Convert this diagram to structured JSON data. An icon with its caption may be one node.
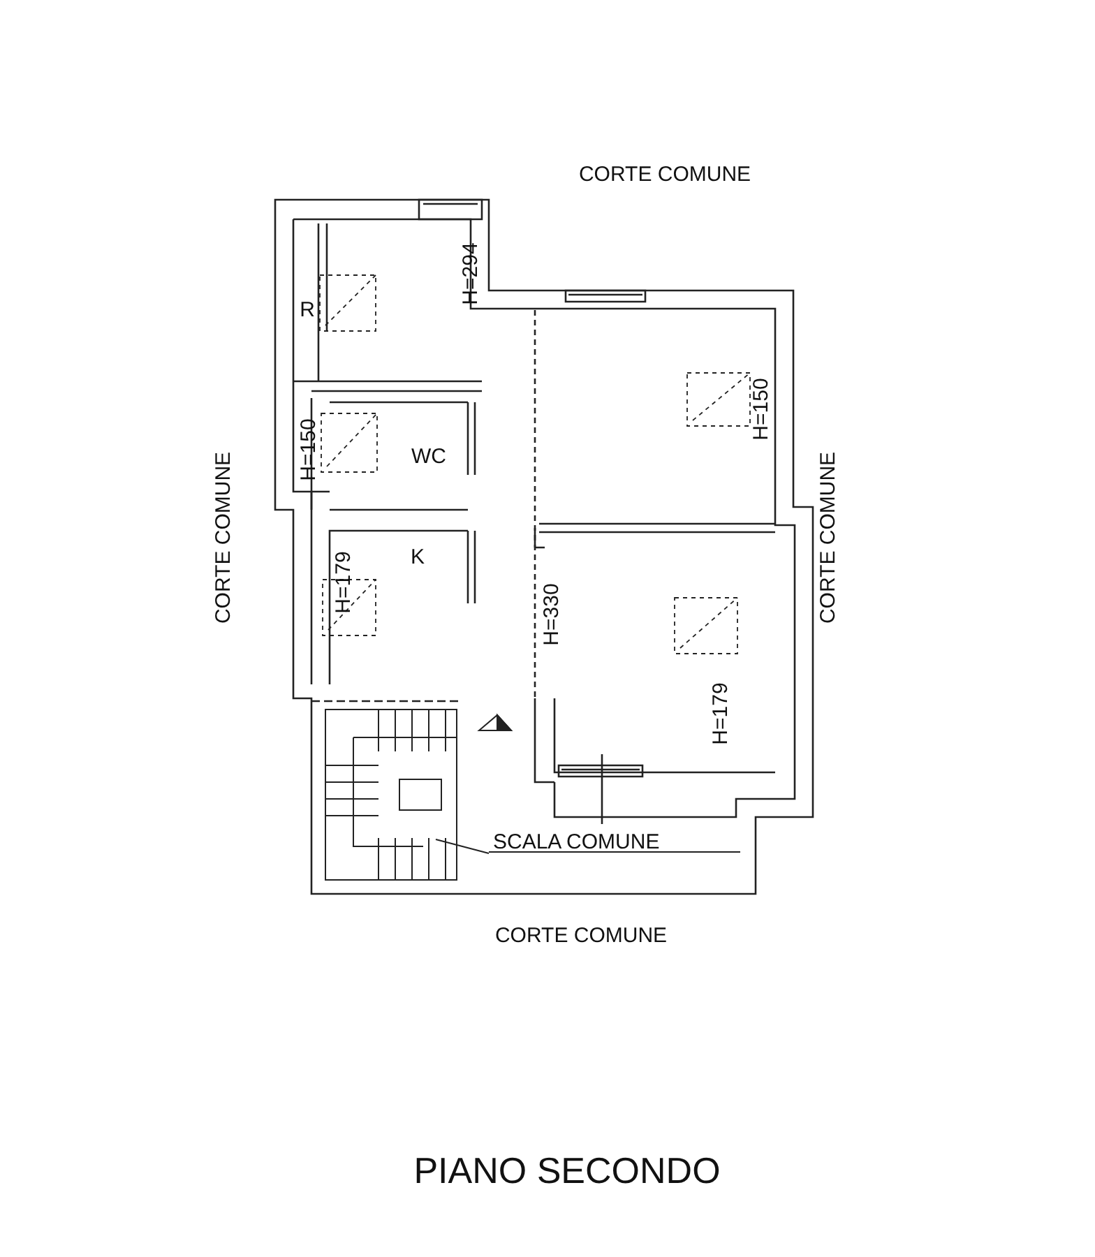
{
  "diagram": {
    "title": "PIANO SECONDO",
    "nodes": [
      {
        "text": [
          "SCALA COMUNE"
        ]
      },
      {
        "text": [],
        "shape": "picture"
      }
    ],
    "edges": [
      {
        "from": 0,
        "to": 1,
        "arrow": "none"
      }
    ],
    "labels": [
      "CORTE COMUNE",
      "R",
      "H=294",
      "H=150",
      "H=150",
      "WC",
      "CORTE COMUNE",
      "CORTE COMUNE",
      "H=179",
      "K",
      "H=330",
      "H=179",
      "CORTE COMUNE"
    ]
  }
}
